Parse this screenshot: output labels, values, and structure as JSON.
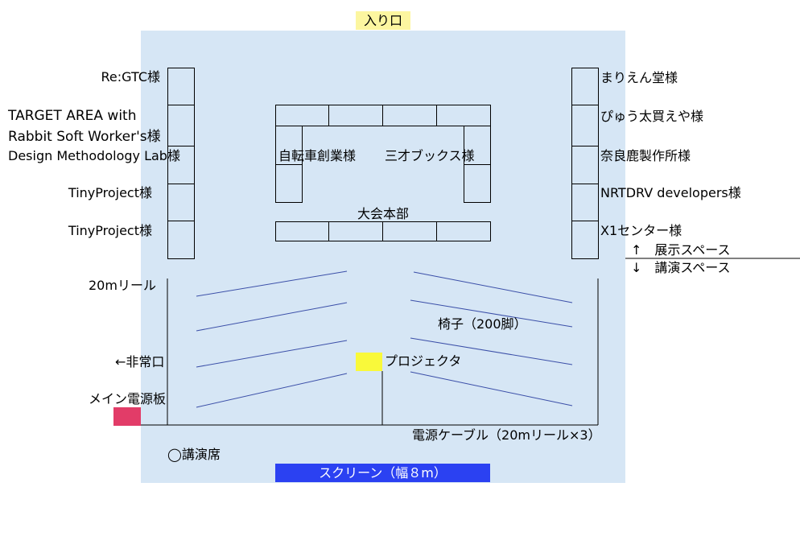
{
  "entrance": "入り口",
  "left_exhibitors": [
    "Re:GTC様",
    "TARGET AREA with\nRabbit Soft Worker's様",
    "Design Methodology Lab様",
    "TinyProject様",
    "TinyProject様"
  ],
  "right_exhibitors": [
    "まりえん堂様",
    "ぴゅう太買えや様",
    "奈良鹿製作所様",
    "NRTDRV developers様",
    "X1センター様"
  ],
  "center": {
    "left_booth": "自転車創業様",
    "right_booth": "三才ブックス様",
    "hq": "大会本部"
  },
  "zones": {
    "exhibit": "↑　展示スペース",
    "lecture": "↓　講演スペース"
  },
  "labels": {
    "reel": "20mリール",
    "chairs": "椅子（200脚）",
    "emergency_exit": "←非常口",
    "projector": "プロジェクタ",
    "main_power": "メイン電源板",
    "power_cable": "電源ケーブル（20mリール×3）",
    "podium": "◯講演席",
    "screen": "スクリーン（幅８m）"
  },
  "colors": {
    "room": "#d6e6f5",
    "entrance": "#fcf6a0",
    "screen": "#2b41f2",
    "projector": "#f9f93a",
    "main_power": "#e23c68",
    "chair_rows": "#3b4fa8"
  }
}
